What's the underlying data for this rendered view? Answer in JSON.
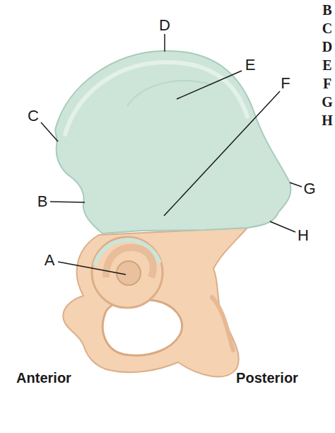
{
  "diagram": {
    "labels": [
      "A",
      "B",
      "C",
      "D",
      "E",
      "F",
      "G",
      "H",
      "Anterior",
      "Posterior",
      "B",
      "C",
      "D",
      "E",
      "F",
      "G",
      "H"
    ]
  }
}
